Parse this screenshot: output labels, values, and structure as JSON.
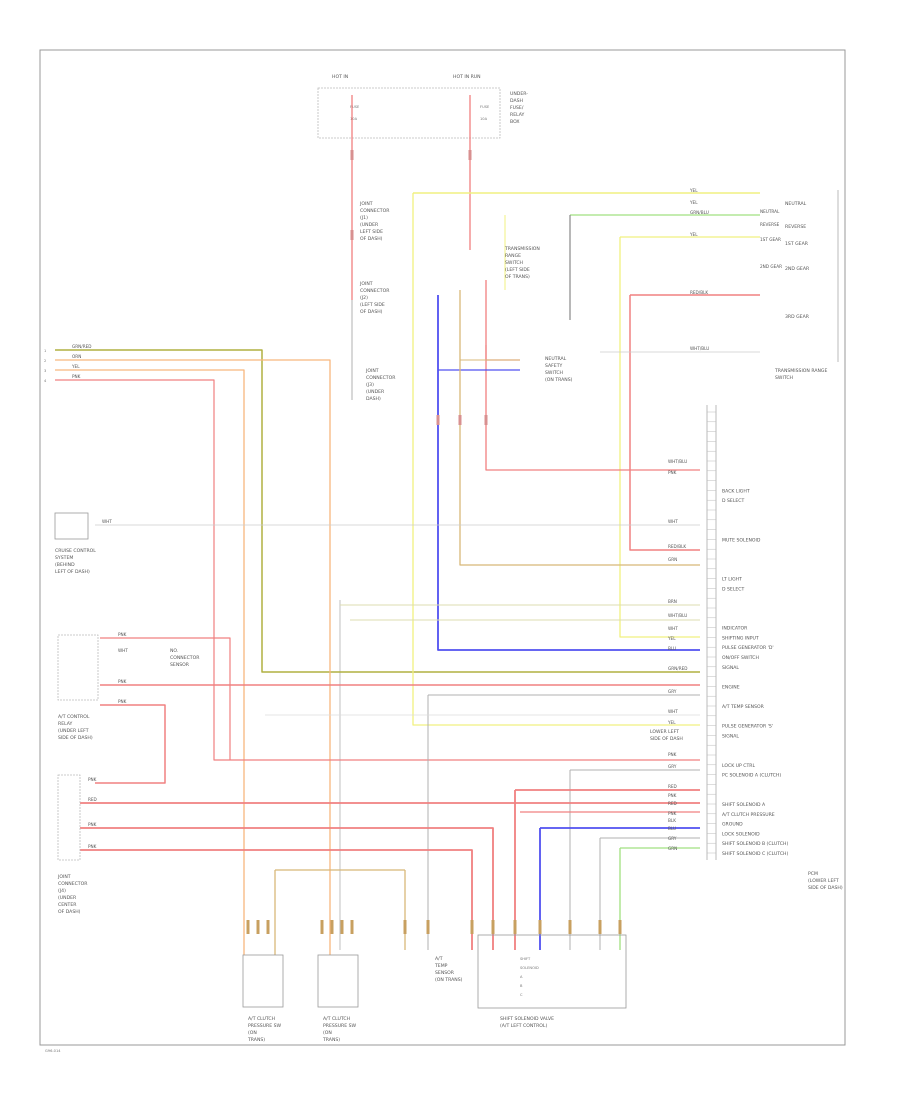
{
  "diagram": {
    "colors": {
      "red": "#f08080",
      "orange": "#f7b77e",
      "green": "#a0e080",
      "yellow": "#f0f080",
      "blue": "#5050f0",
      "olive": "#b0b040",
      "tan": "#d8b878",
      "gray": "#b0b0b0",
      "frame": "#999999"
    },
    "fuse_box": {
      "header_left": "HOT IN",
      "header_right": "HOT IN RUN",
      "fuse_a": "FUSE",
      "fuse_b": "FUSE",
      "amp_a": "10A",
      "amp_b": "10A",
      "desc": [
        "UNDER-",
        "DASH",
        "FUSE/",
        "RELAY",
        "BOX"
      ]
    },
    "junction_labels": [
      [
        "JOINT",
        "CONNECTOR",
        "(J1)",
        "(UNDER",
        "LEFT SIDE",
        "OF DASH)"
      ],
      [
        "JOINT",
        "CONNECTOR",
        "(J2)",
        "(LEFT SIDE",
        "OF DASH)"
      ],
      [
        "JOINT",
        "CONNECTOR",
        "(J3)",
        "(UNDER",
        "DASH)"
      ]
    ],
    "relay_label": [
      "TRANSMISSION",
      "RANGE",
      "SWITCH",
      "(LEFT SIDE",
      "OF TRANS)"
    ],
    "neutral_label": [
      "NEUTRAL",
      "SAFETY",
      "SWITCH",
      "(ON TRANS)"
    ],
    "right_switch_labels": [
      "NEUTRAL",
      "REVERSE",
      "1ST GEAR",
      "2ND GEAR",
      "3RD GEAR"
    ],
    "right_switch_caption": [
      "TRANSMISSION RANGE",
      "SWITCH"
    ],
    "left_pins": [
      "1",
      "2",
      "3",
      "4"
    ],
    "cruise_box": [
      "CRUISE CONTROL",
      "SYSTEM",
      "(BEHIND",
      "LEFT OF DASH)"
    ],
    "relay_box": [
      "A/T CONTROL",
      "RELAY",
      "(UNDER LEFT",
      "SIDE OF DASH)"
    ],
    "relay_note": [
      "NO.",
      "CONNECTOR",
      "SENSOR"
    ],
    "joint_bottom": [
      "JOINT",
      "CONNECTOR",
      "(J4)",
      "(UNDER",
      "CENTER",
      "OF DASH)"
    ],
    "pcm_terminals": [
      "",
      "",
      "",
      "",
      "",
      "",
      "",
      "",
      "BACK LIGHT",
      "D SELECT",
      "",
      "",
      "",
      "MUTE SOLENOID",
      "",
      "",
      "",
      "LT LIGHT",
      "D SELECT",
      "",
      "",
      "",
      "INDICATOR",
      "SHIFTING INPUT",
      "PULSE GENERATOR 'D'",
      "ON/OFF SWITCH",
      "SIGNAL",
      "",
      "ENGINE",
      "",
      "A/T TEMP SENSOR",
      "",
      "PULSE GENERATOR 'S'",
      "SIGNAL",
      "",
      "",
      "LOCK UP CTRL",
      "PC SOLENOID A (CLUTCH)",
      "",
      "",
      "SHIFT SOLENOID A",
      "A/T CLUTCH PRESSURE",
      "GROUND",
      "LOCK SOLENOID",
      "SHIFT SOLENOID B (CLUTCH)",
      "SHIFT SOLENOID C (CLUTCH)"
    ],
    "pcm_caption": [
      "PCM",
      "(LOWER LEFT",
      "SIDE OF DASH)"
    ],
    "pcm_sub": [
      "LOWER LEFT",
      "SIDE OF DASH"
    ],
    "left_wire_labels": [
      "GRN/RED",
      "ORN",
      "YEL",
      "PNK"
    ],
    "cruise_wire": "WHT",
    "relay_wires": [
      "PNK",
      "WHT",
      "PNK",
      "PNK"
    ],
    "joint_wires": [
      "PNK",
      "RED",
      "PNK",
      "PNK"
    ],
    "pcm_wire_labels": [
      "WHT/BLU",
      "PNK",
      "WHT",
      "RED/BLK",
      "GRN",
      "BRN",
      "WHT/BLU",
      "WHT",
      "YEL",
      "BLU",
      "GRN/RED",
      "GRY",
      "WHT",
      "YEL",
      "PNK",
      "GRY",
      "RED",
      "PNK",
      "RED",
      "PNK",
      "BLK",
      "BLU",
      "GRY",
      "GRN"
    ],
    "top_right_wires": [
      "YEL",
      "YEL",
      "GRN/BLU",
      "YEL",
      "RED/BLK",
      "WHT/BLU"
    ],
    "top_right_labels": [
      "NEUTRAL",
      "REVERSE",
      "1ST GEAR",
      "2ND GEAR"
    ],
    "bottom_units": [
      [
        "A/T CLUTCH",
        "PRESSURE SW",
        "(ON",
        "TRANS)"
      ],
      [
        "A/T CLUTCH",
        "PRESSURE SW",
        "(ON",
        "TRANS)"
      ]
    ],
    "bottom_sensor": [
      "A/T",
      "TEMP",
      "SENSOR",
      "(ON TRANS)"
    ],
    "solenoid_caption": [
      "SHIFT SOLENOID VALVE",
      "(A/T LEFT CONTROL)"
    ],
    "solenoid_items": [
      "SHIFT",
      "SOLENOID",
      "A",
      "B",
      "C"
    ],
    "corner_label": "G96-014"
  }
}
